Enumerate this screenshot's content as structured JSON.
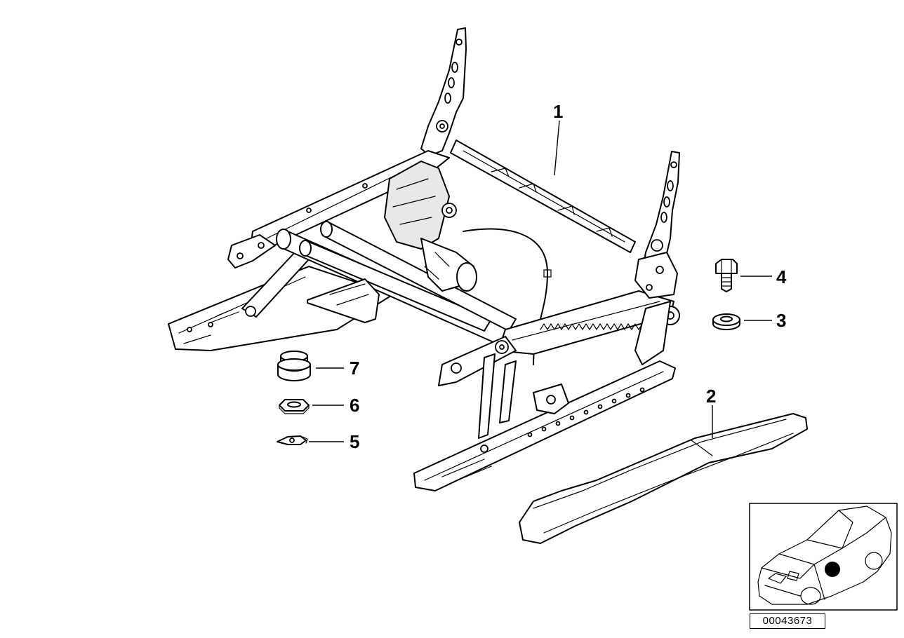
{
  "diagram": {
    "callouts": [
      {
        "id": "1",
        "label": "1"
      },
      {
        "id": "2",
        "label": "2"
      },
      {
        "id": "3",
        "label": "3"
      },
      {
        "id": "4",
        "label": "4"
      },
      {
        "id": "5",
        "label": "5"
      },
      {
        "id": "6",
        "label": "6"
      },
      {
        "id": "7",
        "label": "7"
      }
    ],
    "reference_code": "00043673",
    "locator_marker_color": "#000000"
  }
}
